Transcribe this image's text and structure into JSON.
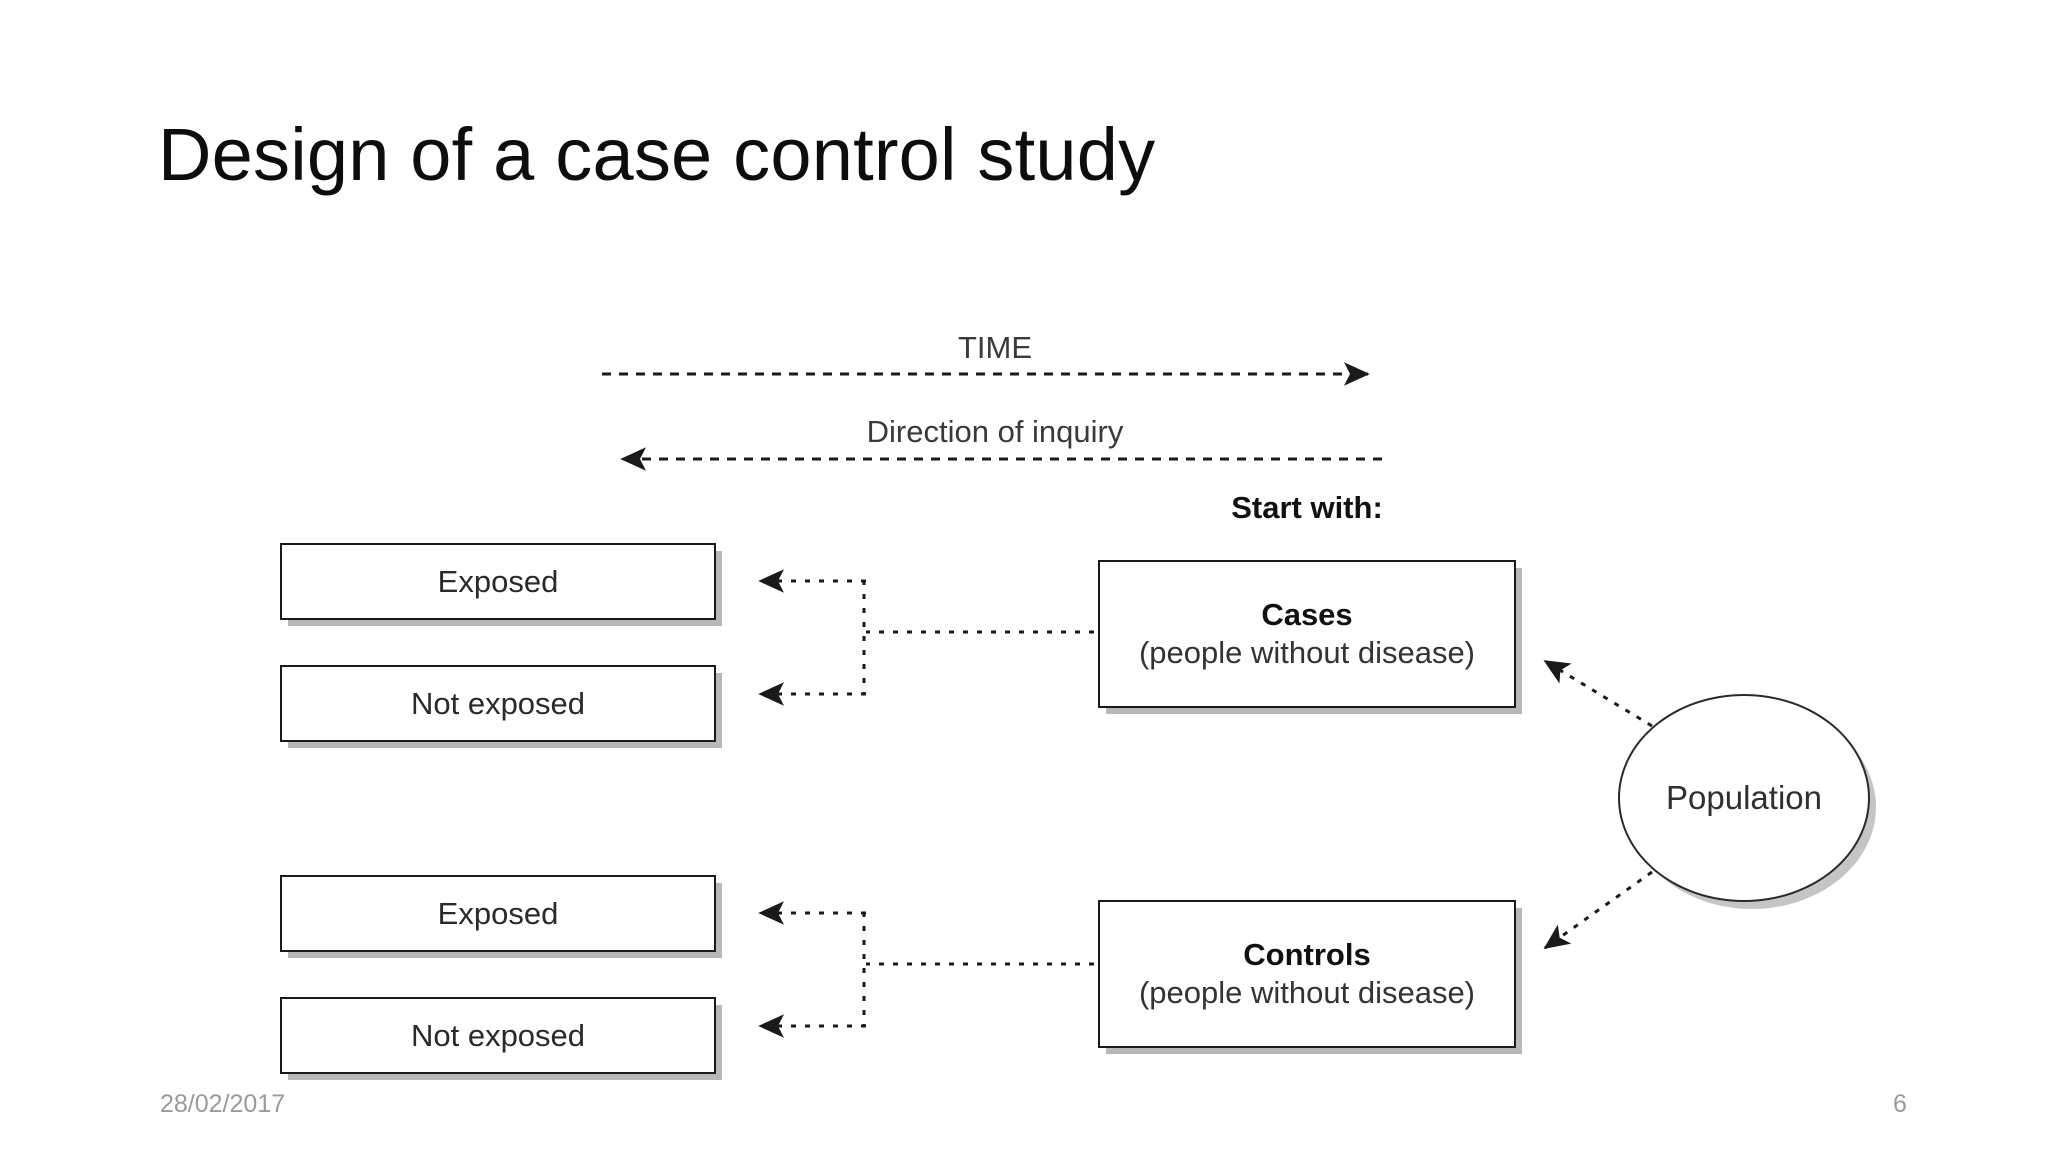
{
  "slide": {
    "title": "Design of a case control study",
    "background_color": "#ffffff",
    "text_color": "#0d0d0d"
  },
  "diagram": {
    "axes": [
      {
        "name": "time",
        "label": "TIME",
        "direction": "right"
      },
      {
        "name": "direction-of-inquiry",
        "label": "Direction of inquiry",
        "direction": "left"
      }
    ],
    "start_with_label": "Start with:",
    "groups": [
      {
        "title": "Cases",
        "subtitle": "(people without disease)",
        "outcomes": [
          {
            "label": "Exposed"
          },
          {
            "label": "Not exposed"
          }
        ]
      },
      {
        "title": "Controls",
        "subtitle": "(people without disease)",
        "outcomes": [
          {
            "label": "Exposed"
          },
          {
            "label": "Not exposed"
          }
        ]
      }
    ],
    "source_node": {
      "label": "Population",
      "shape": "ellipse"
    },
    "line_color": "#1a1a1a",
    "shadow_color": "#8c8c8c"
  },
  "footer": {
    "date": "28/02/2017",
    "page_number": "6",
    "color": "#9a9a9a"
  }
}
